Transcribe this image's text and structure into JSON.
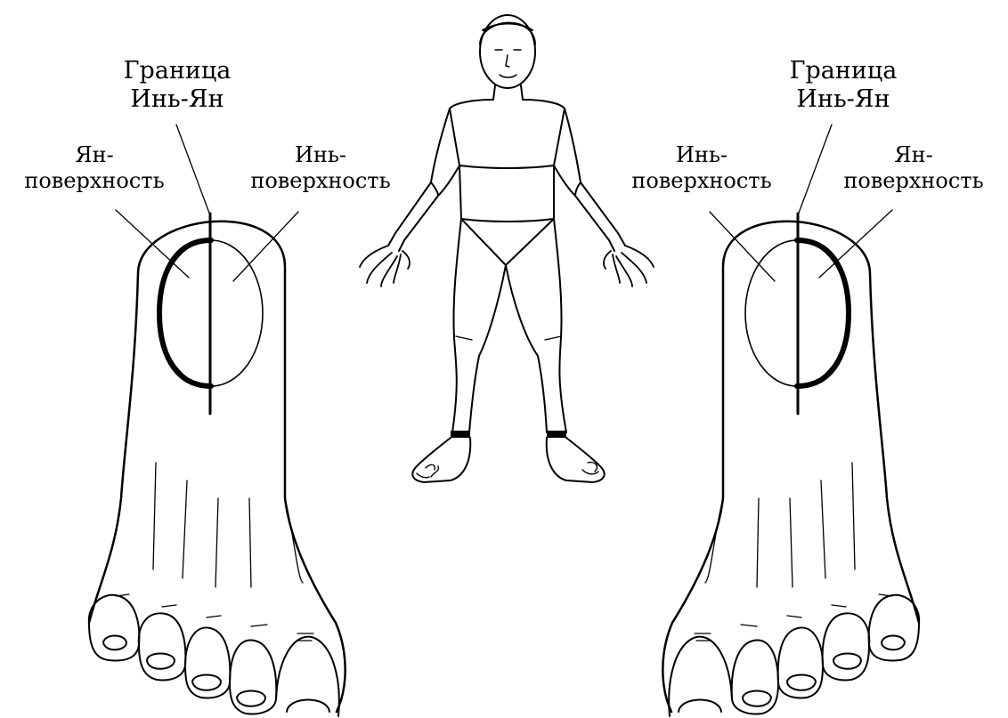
{
  "left_foot": {
    "boundary_label": {
      "line1": "Граница",
      "line2": "Инь-Ян"
    },
    "yang_label": {
      "line1": "Ян-",
      "line2": "поверхность"
    },
    "yin_label": {
      "line1": "Инь-",
      "line2": "поверхность"
    }
  },
  "right_foot": {
    "boundary_label": {
      "line1": "Граница",
      "line2": "Инь-Ян"
    },
    "yin_label": {
      "line1": "Инь-",
      "line2": "поверхность"
    },
    "yang_label": {
      "line1": "Ян-",
      "line2": "поверхность"
    }
  },
  "colors": {
    "ink": "#000000",
    "paper": "#ffffff"
  }
}
